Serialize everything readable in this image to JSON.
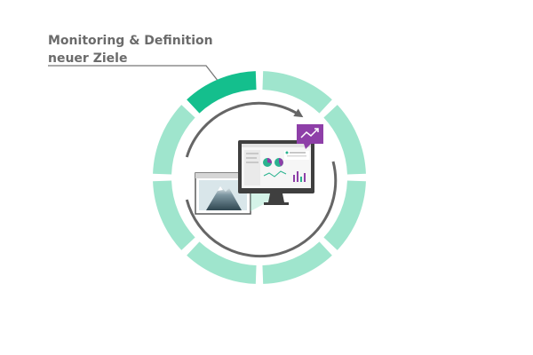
{
  "label": {
    "line1": "Monitoring & Definition",
    "line2": "neuer Ziele"
  },
  "ring": {
    "segment_count": 8,
    "highlighted_segment": 1
  },
  "icons": {
    "monitor": "computer-monitor-dashboard-icon",
    "window": "mountain-image-window-icon",
    "trend": "trending-chart-bubble-icon",
    "cycle": "cycle-arrow-icon"
  },
  "colors": {
    "segment": "#9fe5cd",
    "segment_highlight": "#14bf8d",
    "label_text": "#6b6b6b",
    "callout_line": "#777777",
    "cycle_arrow": "#666666",
    "monitor_frame": "#3f3f3f",
    "accent_teal": "#2bb38f",
    "accent_purple": "#8e3fa8"
  }
}
